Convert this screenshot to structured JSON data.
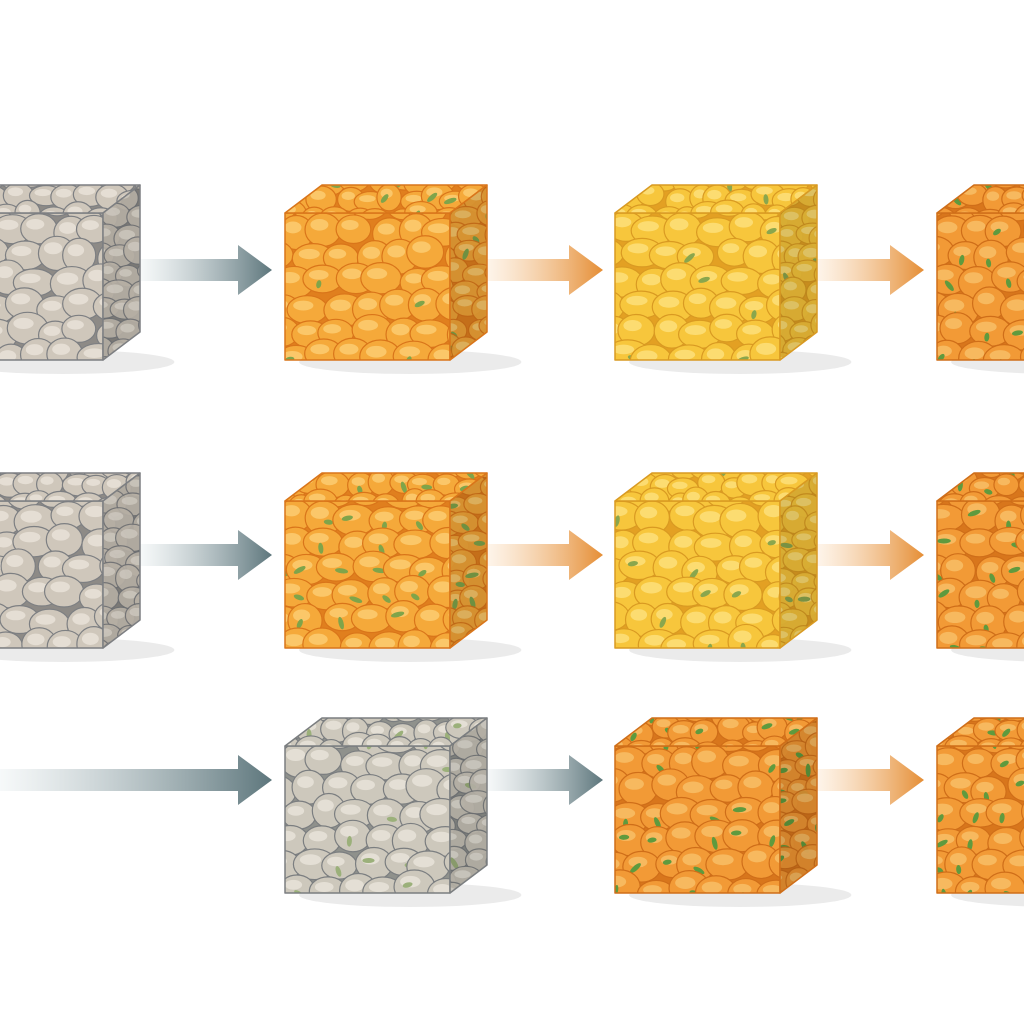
{
  "materials": {
    "stone": {
      "base": "#cfc7bb",
      "light": "#ece6dc",
      "dark": "#8d8a86",
      "edge": "#7d7f82",
      "speck": null
    },
    "orange": {
      "base": "#f5a93a",
      "light": "#fcd27a",
      "dark": "#e07f1e",
      "edge": "#d9751a",
      "speck": "#7fa44a"
    },
    "yellow": {
      "base": "#f7c63c",
      "light": "#fde383",
      "dark": "#e3a023",
      "edge": "#d99a22",
      "speck": "#8aa64d"
    },
    "orange-green": {
      "base": "#f29a36",
      "light": "#f8c36d",
      "dark": "#d8761c",
      "edge": "#cf6e19",
      "speck": "#5f9a3e"
    },
    "stone-green": {
      "base": "#cdc8bc",
      "light": "#ebe7dd",
      "dark": "#8f918c",
      "edge": "#7b7e80",
      "speck": "#9bb07a"
    }
  },
  "arrow_colors": {
    "slate": {
      "from": "#f1f5f6",
      "to": "#5d767c"
    },
    "amber": {
      "from": "#fdeedd",
      "to": "#e58e35"
    }
  },
  "rows": [
    {
      "stages": [
        "stone",
        "orange",
        "yellow",
        "orange-green"
      ],
      "arrows": [
        "slate",
        "amber",
        "amber"
      ],
      "green_level": [
        0,
        0.15,
        0.25,
        0.45
      ]
    },
    {
      "stages": [
        "stone",
        "orange",
        "yellow",
        "orange-green"
      ],
      "arrows": [
        "slate",
        "amber",
        "amber"
      ],
      "green_level": [
        0,
        0.45,
        0.15,
        0.7
      ]
    },
    {
      "stages": [
        null,
        "stone-green",
        "orange-green",
        "orange-green"
      ],
      "arrows": [
        "slate",
        "slate",
        "amber"
      ],
      "green_level": [
        0,
        0.25,
        0.55,
        0.8
      ]
    }
  ]
}
